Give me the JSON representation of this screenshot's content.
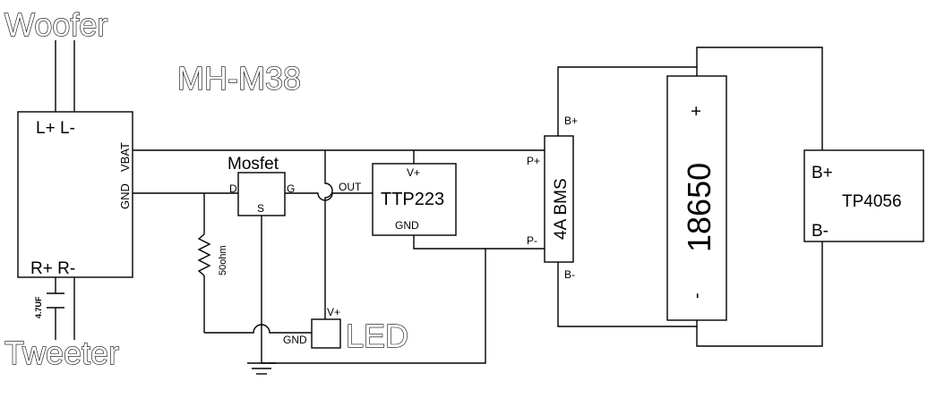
{
  "labels": {
    "woofer": "Woofer",
    "tweeter": "Tweeter",
    "module": "MH-M38",
    "l_plus_minus": "L+ L-",
    "r_plus_minus": "R+ R-",
    "vbat": "VBAT",
    "gnd": "GND",
    "capacitor": "4.7UF",
    "mosfet": "Mosfet",
    "mosfet_d": "D",
    "mosfet_g": "G",
    "mosfet_s": "S",
    "resistor": "50ohm",
    "out": "OUT",
    "ttp223": "TTP223",
    "ttp_vplus": "V+",
    "ttp_gnd": "GND",
    "led": "LED",
    "led_vplus": "V+",
    "led_gnd": "GND",
    "bms": "4A BMS",
    "bms_bplus": "B+",
    "bms_bminus": "B-",
    "bms_pplus": "P+",
    "bms_pminus": "P-",
    "cell": "18650",
    "cell_plus": "+",
    "cell_minus": "-",
    "charger": "TP4056",
    "charger_bplus": "B+",
    "charger_bminus": "B-"
  }
}
